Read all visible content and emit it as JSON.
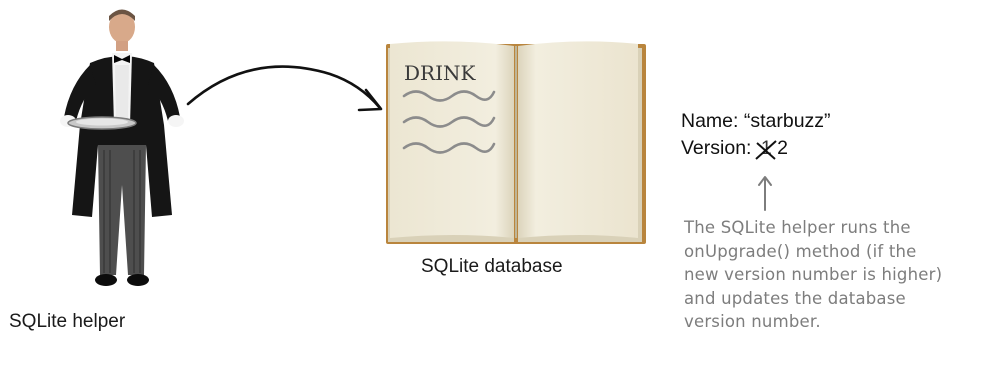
{
  "helper_label": "SQLite helper",
  "database_label": "SQLite database",
  "book_heading": "DRINK",
  "metadata": {
    "name_line": "Name: “starbuzz”",
    "version_prefix": "Version:",
    "old_version": "1",
    "new_version": "2"
  },
  "annotation_lines": [
    "The SQLite helper runs the",
    "onUpgrade() method (if the",
    "new version number is higher)",
    "and updates the database",
    "version number."
  ],
  "colors": {
    "annotation": "#7d7d7d",
    "book_page": "#f1ecda",
    "book_cover": "#b9853d",
    "suit": "#141414"
  }
}
